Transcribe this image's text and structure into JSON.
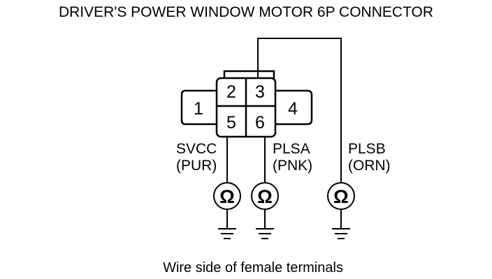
{
  "title": "DRIVER'S POWER WINDOW MOTOR 6P CONNECTOR",
  "connector": {
    "terminals": [
      "1",
      "2",
      "3",
      "4",
      "5",
      "6"
    ]
  },
  "wires": [
    {
      "terminal": "5",
      "signal": "SVCC",
      "color": "(PUR)"
    },
    {
      "terminal": "6",
      "signal": "PLSA",
      "color": "(PNK)"
    },
    {
      "terminal": "3",
      "signal": "PLSB",
      "color": "(ORN)"
    }
  ],
  "meter_symbol": "Ω",
  "caption": "Wire side of female terminals"
}
